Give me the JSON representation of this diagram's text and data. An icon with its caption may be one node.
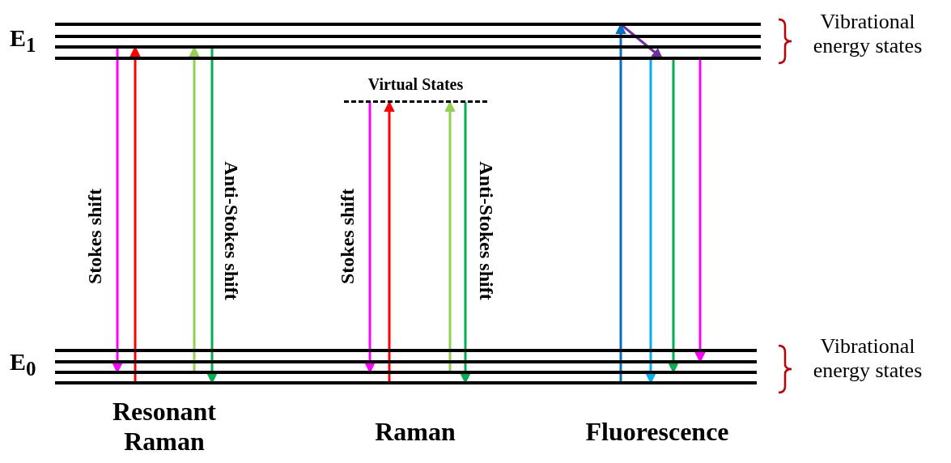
{
  "diagram": {
    "nodes": [
      {
        "text": [],
        "shape": "bar"
      },
      {
        "text": [],
        "shape": "bar"
      },
      {
        "text": [],
        "shape": "bar"
      },
      {
        "text": [],
        "shape": "bar"
      },
      {
        "text": [
          "Virtual States"
        ]
      },
      {
        "text": [],
        "shape": "bar"
      },
      {
        "text": [],
        "shape": "bar"
      },
      {
        "text": [],
        "shape": "bar"
      },
      {
        "text": [],
        "shape": "bar"
      }
    ],
    "edges": [
      {
        "from": 2,
        "to": 7,
        "arrow": "to",
        "color": "#ff00ff"
      },
      {
        "from": 8,
        "to": 2,
        "arrow": "to",
        "color": "#ff0000"
      },
      {
        "from": 7,
        "to": 2,
        "arrow": "to",
        "color": "#92d050"
      },
      {
        "from": 2,
        "to": 8,
        "arrow": "to",
        "color": "#00b050"
      },
      {
        "from": 4,
        "to": 7,
        "arrow": "to",
        "color": "#ff00ff"
      },
      {
        "from": 8,
        "to": 4,
        "arrow": "to",
        "color": "#ff0000"
      },
      {
        "from": 7,
        "to": 4,
        "arrow": "to",
        "color": "#92d050"
      },
      {
        "from": 4,
        "to": 8,
        "arrow": "to",
        "color": "#00b050"
      },
      {
        "from": 8,
        "to": 0,
        "arrow": "to",
        "color": "#0070c0"
      },
      {
        "from": 0,
        "to": 3,
        "arrow": "to",
        "color": "#7030a0"
      },
      {
        "from": 3,
        "to": 8,
        "arrow": "to",
        "color": "#00b0f0"
      },
      {
        "from": 3,
        "to": 7,
        "arrow": "to",
        "color": "#00b050"
      },
      {
        "from": 3,
        "to": 6,
        "arrow": "to",
        "color": "#ff00ff"
      }
    ],
    "labels": [
      "E$_{1}$",
      "E$_{0}$",
      "Stokes shift",
      "Anti-Stokes shift",
      "Stokes shift",
      "Anti-Stokes shift",
      "Vibrational energy states",
      "Vibrational energy states",
      "Resonant Raman",
      "Raman",
      "Fluorescence"
    ]
  }
}
